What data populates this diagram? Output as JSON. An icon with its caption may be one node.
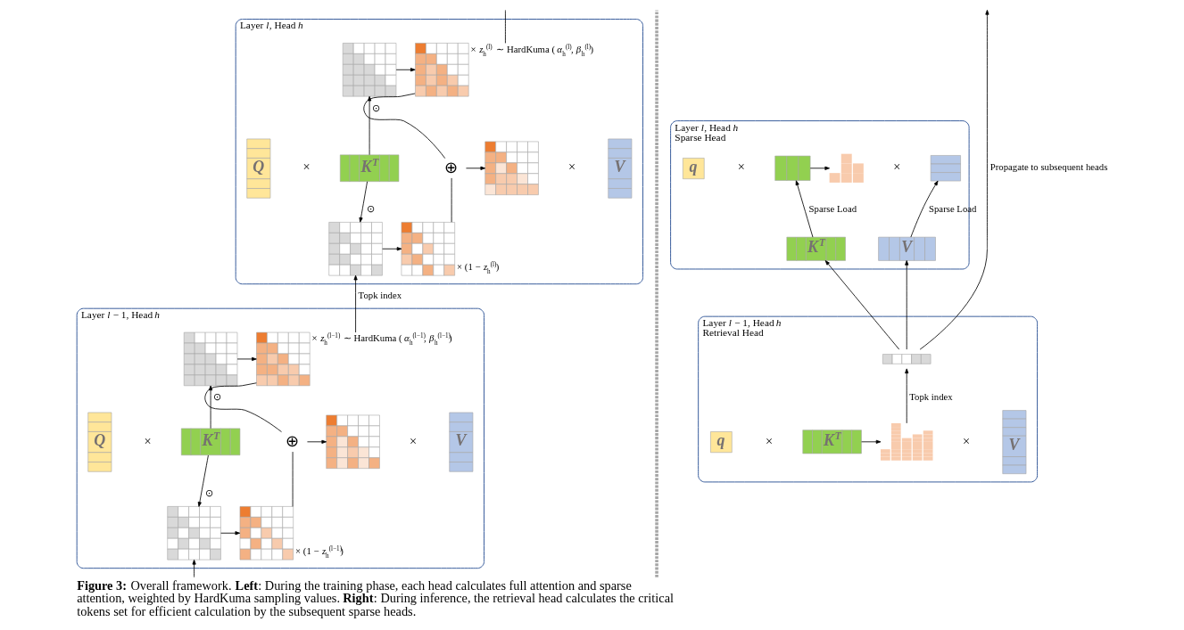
{
  "diagram": {
    "caption": "**Figure 3:** Overall framework. **Left**: During the training phase, each head calculates full attention and sparse attention, weighted by HardKuma sampling values. **Right**: During inference, the retrieval head calculates the critical tokens set for efficient calculation by the subsequent sparse heads.",
    "nodes": [
      {
        "text": [
          "Layer *l*, Head *h*"
        ]
      },
      {
        "text": [
          "Q"
        ],
        "in": 0
      },
      {
        "text": [
          "K$^{T}$"
        ],
        "in": 0
      },
      {
        "text": [],
        "shape": "box",
        "in": 0
      },
      {
        "text": [],
        "shape": "box",
        "in": 0
      },
      {
        "text": [],
        "shape": "box",
        "in": 0,
        "beside": [
          "× *z*$_{h}$$^{(l)}$ ∼ HardKuma (*α*$_{h}$$^{(l)}$, *β*$_{h}$$^{(l)}$)"
        ]
      },
      {
        "text": [],
        "shape": "box",
        "in": 0,
        "beside": [
          "× (1 − *z*$_{h}$$^{(l)}$)"
        ]
      },
      {
        "text": [
          "⊕"
        ],
        "in": 0
      },
      {
        "text": [],
        "shape": "box",
        "in": 0
      },
      {
        "text": [
          "V"
        ],
        "in": 0
      },
      {
        "text": [
          "Layer *l* − 1, Head *h*"
        ]
      },
      {
        "text": [
          "Q"
        ],
        "in": 10
      },
      {
        "text": [
          "K$^{T}$"
        ],
        "in": 10
      },
      {
        "text": [],
        "shape": "box",
        "in": 10
      },
      {
        "text": [],
        "shape": "box",
        "in": 10
      },
      {
        "text": [],
        "shape": "box",
        "in": 10,
        "beside": [
          "× *z*$_{h}$$^{(l−1)}$ ∼ HardKuma (*α*$_{h}$$^{(l−1)}$, *β*$_{h}$$^{(l−1)}$)"
        ]
      },
      {
        "text": [],
        "shape": "box",
        "in": 10,
        "beside": [
          "× (1 − *z*$_{h}$$^{(l−1)}$)"
        ]
      },
      {
        "text": [
          "⊕"
        ],
        "in": 10
      },
      {
        "text": [],
        "shape": "box",
        "in": 10
      },
      {
        "text": [
          "V"
        ],
        "in": 10
      },
      {
        "text": [
          "Layer *l*, Head *h*",
          "Sparse Head"
        ]
      },
      {
        "text": [
          "q"
        ],
        "in": 20
      },
      {
        "text": [],
        "shape": "box",
        "in": 20
      },
      {
        "text": [],
        "shape": "bar",
        "in": 20
      },
      {
        "text": [],
        "shape": "box",
        "in": 20
      },
      {
        "text": [
          "K$^{T}$"
        ],
        "in": 20
      },
      {
        "text": [
          "V"
        ],
        "in": 20
      },
      {
        "text": [
          "Layer *l* − 1, Head *h*",
          "Retrieval Head"
        ]
      },
      {
        "text": [
          "q"
        ],
        "in": 27
      },
      {
        "text": [
          "K$^{T}$"
        ],
        "in": 27
      },
      {
        "text": [],
        "shape": "bar",
        "in": 27
      },
      {
        "text": [
          "V"
        ],
        "in": 27
      },
      {
        "text": [],
        "shape": "box",
        "in": 27
      }
    ],
    "edges": [
      {
        "from": 2,
        "to": 3,
        "arrow": "to",
        "label": "⊙"
      },
      {
        "from": 2,
        "to": 4,
        "arrow": "to",
        "label": "⊙"
      },
      {
        "from": 3,
        "to": 5,
        "arrow": "to"
      },
      {
        "from": 4,
        "to": 6,
        "arrow": "to"
      },
      {
        "from": 5,
        "to": 7,
        "arrow": "none"
      },
      {
        "from": 6,
        "to": 7,
        "arrow": "none"
      },
      {
        "from": 7,
        "to": 8,
        "arrow": "to"
      },
      {
        "from": 5,
        "to": null,
        "arrow": "none"
      },
      {
        "from": 15,
        "to": 4,
        "arrow": "to",
        "label": "Topk index"
      },
      {
        "from": 12,
        "to": 13,
        "arrow": "to",
        "label": "⊙"
      },
      {
        "from": 12,
        "to": 14,
        "arrow": "to",
        "label": "⊙"
      },
      {
        "from": 13,
        "to": 15,
        "arrow": "to"
      },
      {
        "from": 14,
        "to": 16,
        "arrow": "to"
      },
      {
        "from": 15,
        "to": 17,
        "arrow": "none"
      },
      {
        "from": 16,
        "to": 17,
        "arrow": "none"
      },
      {
        "from": 17,
        "to": 18,
        "arrow": "to"
      },
      {
        "from": null,
        "to": 14,
        "arrow": "to"
      },
      {
        "from": 25,
        "to": 22,
        "arrow": "to",
        "label": "Sparse Load"
      },
      {
        "from": 26,
        "to": 24,
        "arrow": "to",
        "label": "Sparse Load"
      },
      {
        "from": 22,
        "to": 23,
        "arrow": "to"
      },
      {
        "from": 29,
        "to": 30,
        "arrow": "to"
      },
      {
        "from": 30,
        "to": 32,
        "arrow": "to",
        "label": "Topk index"
      },
      {
        "from": 32,
        "to": 25,
        "arrow": "to"
      },
      {
        "from": 32,
        "to": 26,
        "arrow": "to"
      },
      {
        "from": 32,
        "to": null,
        "arrow": "to",
        "label": "Propagate to subsequent heads"
      }
    ],
    "labels": [
      "×",
      "×",
      "×",
      "×",
      "×",
      "×",
      "×",
      "×"
    ]
  }
}
